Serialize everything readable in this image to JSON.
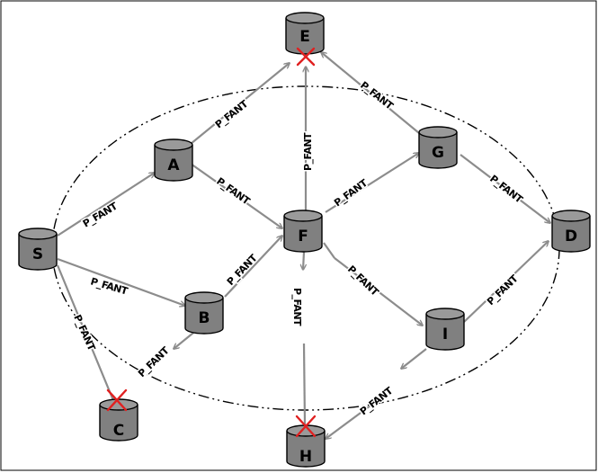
{
  "nodes": {
    "S": "S",
    "A": "A",
    "B": "B",
    "C": "C",
    "D": "D",
    "E": "E",
    "F": "F",
    "G": "G",
    "H": "H",
    "I": "I"
  },
  "edge_labels": {
    "S_A": "P_FANT",
    "S_B": "P_FANT",
    "S_C": "P_FANT",
    "A_E": "P_FANT",
    "A_F": "P_FANT",
    "B_F": "P_FANT",
    "B_C": "P_FANT",
    "F_E": "P_FANT",
    "F_G": "P_FANT",
    "F_I": "P_FANT",
    "F_H": "P_FANT",
    "G_E": "P_FANT",
    "G_D": "P_FANT",
    "I_D": "P_FANT",
    "I_H": "P_FANT"
  },
  "colors": {
    "node_fill": "#808080",
    "node_top": "#9a9a9a",
    "edge": "#8c8c8c",
    "failed_mark": "#e02020",
    "ring": "#000000"
  }
}
